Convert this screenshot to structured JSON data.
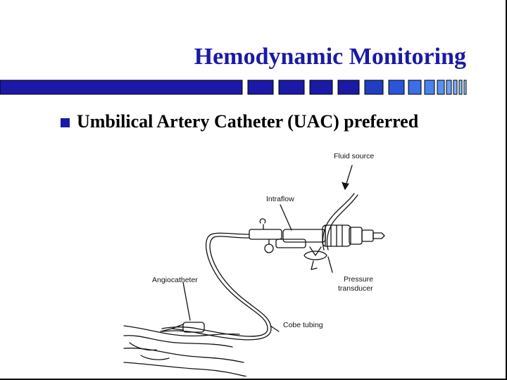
{
  "slide": {
    "title": "Hemodynamic Monitoring",
    "bullet": "Umbilical Artery Catheter (UAC) preferred",
    "colors": {
      "title": "#1a1aa6",
      "bar_dark": "#1a1aa6",
      "bar_light": "#3b6ee8"
    }
  },
  "diagram": {
    "labels": {
      "fluid_source": "Fluid source",
      "intraflow": "Intraflow",
      "angiocatheter": "Angiocatheter",
      "pressure_transducer_line1": "Pressure",
      "pressure_transducer_line2": "transducer",
      "cobe_tubing": "Cobe tubing"
    }
  }
}
